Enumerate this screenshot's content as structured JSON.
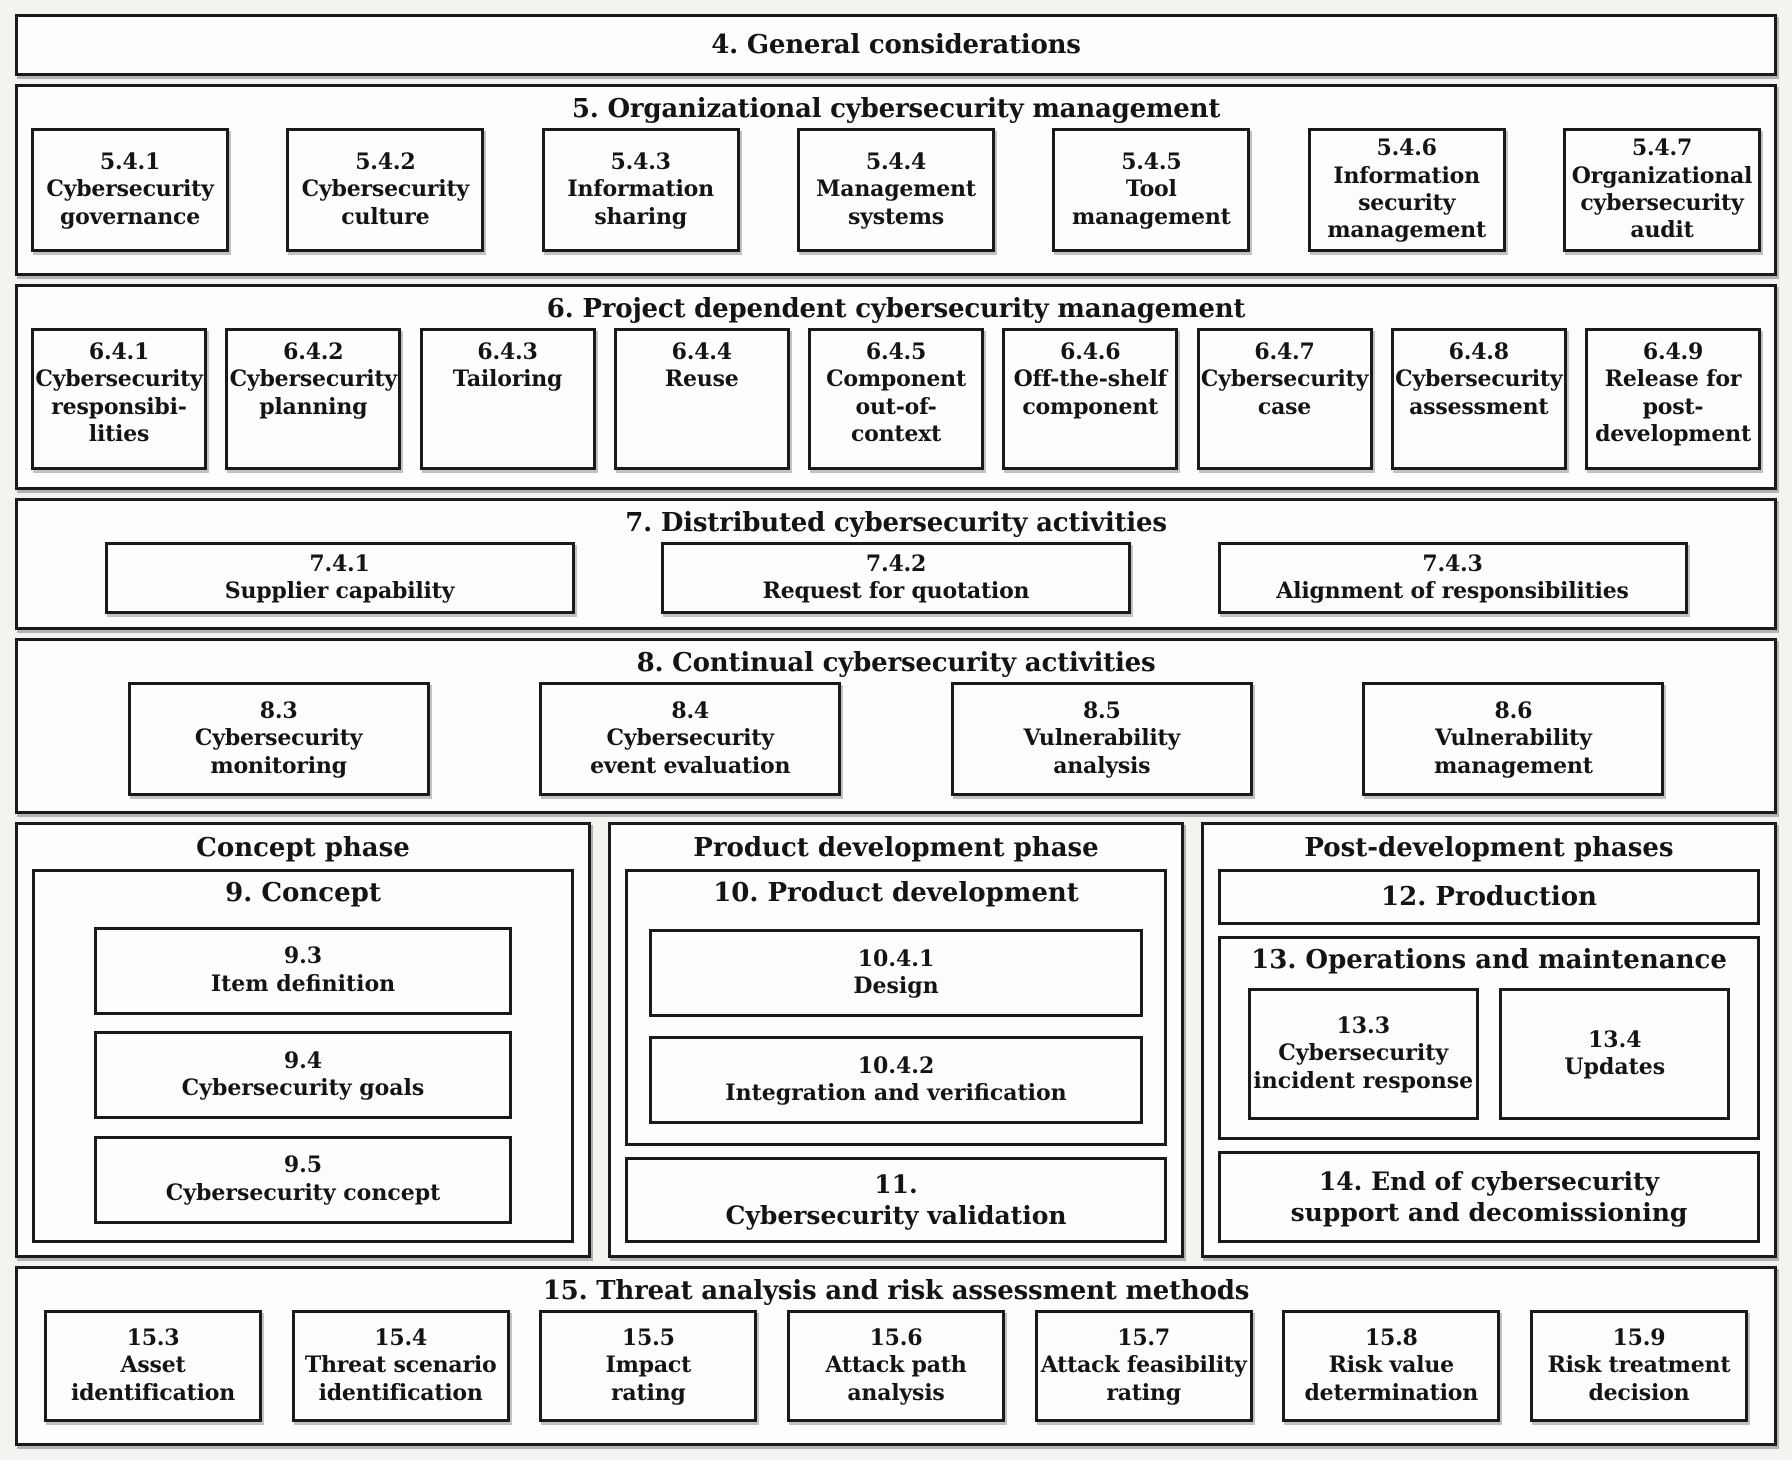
{
  "s4": {
    "title": "4. General considerations"
  },
  "s5": {
    "title": "5. Organizational cybersecurity management",
    "items": [
      {
        "num": "5.4.1",
        "label": "Cybersecurity\ngovernance"
      },
      {
        "num": "5.4.2",
        "label": "Cybersecurity\nculture"
      },
      {
        "num": "5.4.3",
        "label": "Information\nsharing"
      },
      {
        "num": "5.4.4",
        "label": "Management\nsystems"
      },
      {
        "num": "5.4.5",
        "label": "Tool\nmanagement"
      },
      {
        "num": "5.4.6",
        "label": "Information\nsecurity\nmanagement"
      },
      {
        "num": "5.4.7",
        "label": "Organizational\ncybersecurity\naudit"
      }
    ]
  },
  "s6": {
    "title": "6. Project dependent cybersecurity management",
    "items": [
      {
        "num": "6.4.1",
        "label": "Cybersecurity\nresponsibi-\nlities"
      },
      {
        "num": "6.4.2",
        "label": "Cybersecurity\nplanning"
      },
      {
        "num": "6.4.3",
        "label": "Tailoring"
      },
      {
        "num": "6.4.4",
        "label": "Reuse"
      },
      {
        "num": "6.4.5",
        "label": "Component\nout-of-context"
      },
      {
        "num": "6.4.6",
        "label": "Off-the-shelf\ncomponent"
      },
      {
        "num": "6.4.7",
        "label": "Cybersecurity\ncase"
      },
      {
        "num": "6.4.8",
        "label": "Cybersecurity\nassessment"
      },
      {
        "num": "6.4.9",
        "label": "Release for\npost-\ndevelopment"
      }
    ]
  },
  "s7": {
    "title": "7. Distributed cybersecurity activities",
    "items": [
      {
        "num": "7.4.1",
        "label": "Supplier capability"
      },
      {
        "num": "7.4.2",
        "label": "Request for quotation"
      },
      {
        "num": "7.4.3",
        "label": "Alignment of responsibilities"
      }
    ]
  },
  "s8": {
    "title": "8. Continual cybersecurity activities",
    "items": [
      {
        "num": "8.3",
        "label": "Cybersecurity\nmonitoring"
      },
      {
        "num": "8.4",
        "label": "Cybersecurity\nevent evaluation"
      },
      {
        "num": "8.5",
        "label": "Vulnerability\nanalysis"
      },
      {
        "num": "8.6",
        "label": "Vulnerability\nmanagement"
      }
    ]
  },
  "phases": {
    "concept": {
      "title": "Concept phase",
      "group_title": "9. Concept",
      "items": [
        {
          "num": "9.3",
          "label": "Item definition"
        },
        {
          "num": "9.4",
          "label": "Cybersecurity goals"
        },
        {
          "num": "9.5",
          "label": "Cybersecurity concept"
        }
      ]
    },
    "product": {
      "title": "Product development phase",
      "group_title": "10. Product development",
      "items": [
        {
          "num": "10.4.1",
          "label": "Design"
        },
        {
          "num": "10.4.2",
          "label": "Integration and verification"
        }
      ],
      "validation": {
        "num": "11.",
        "label": "Cybersecurity validation"
      }
    },
    "post": {
      "title": "Post-development phases",
      "production_title": "12. Production",
      "ops_title": "13. Operations and maintenance",
      "ops_items": [
        {
          "num": "13.3",
          "label": "Cybersecurity\nincident response"
        },
        {
          "num": "13.4",
          "label": "Updates"
        }
      ],
      "end_label": "14. End of cybersecurity\nsupport and decomissioning"
    }
  },
  "s15": {
    "title": "15. Threat analysis and risk assessment methods",
    "items": [
      {
        "num": "15.3",
        "label": "Asset\nidentification"
      },
      {
        "num": "15.4",
        "label": "Threat scenario\nidentification"
      },
      {
        "num": "15.5",
        "label": "Impact\nrating"
      },
      {
        "num": "15.6",
        "label": "Attack path\nanalysis"
      },
      {
        "num": "15.7",
        "label": "Attack feasibility\nrating"
      },
      {
        "num": "15.8",
        "label": "Risk value\ndetermination"
      },
      {
        "num": "15.9",
        "label": "Risk treatment\ndecision"
      }
    ]
  }
}
